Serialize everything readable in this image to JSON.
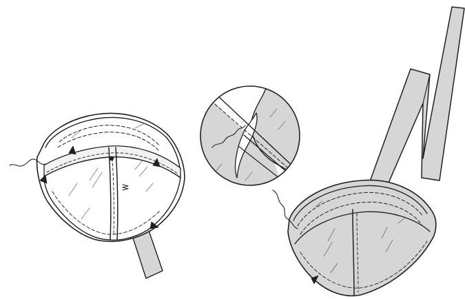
{
  "illustration": {
    "panels": [
      {
        "id": "cup-inside-view",
        "elements": [
          "outer-cup-shell",
          "inner-lining",
          "binding-strap",
          "stitch-lines",
          "thread-tail",
          "notch-marks",
          "center-seam",
          "pin-dot"
        ]
      },
      {
        "id": "detail-circle",
        "elements": [
          "fabric-layers",
          "seam-allowance",
          "stitch-line",
          "thread-tail"
        ]
      },
      {
        "id": "cup-outside-view",
        "elements": [
          "grey-cup",
          "zigzag-strap",
          "stitch-lines",
          "thread-tail",
          "center-seam"
        ]
      }
    ],
    "colors": {
      "line": "#231f20",
      "fill_grey": "#d6d6d6",
      "fill_light": "#e6e6e6",
      "paper": "#ffffff"
    }
  }
}
